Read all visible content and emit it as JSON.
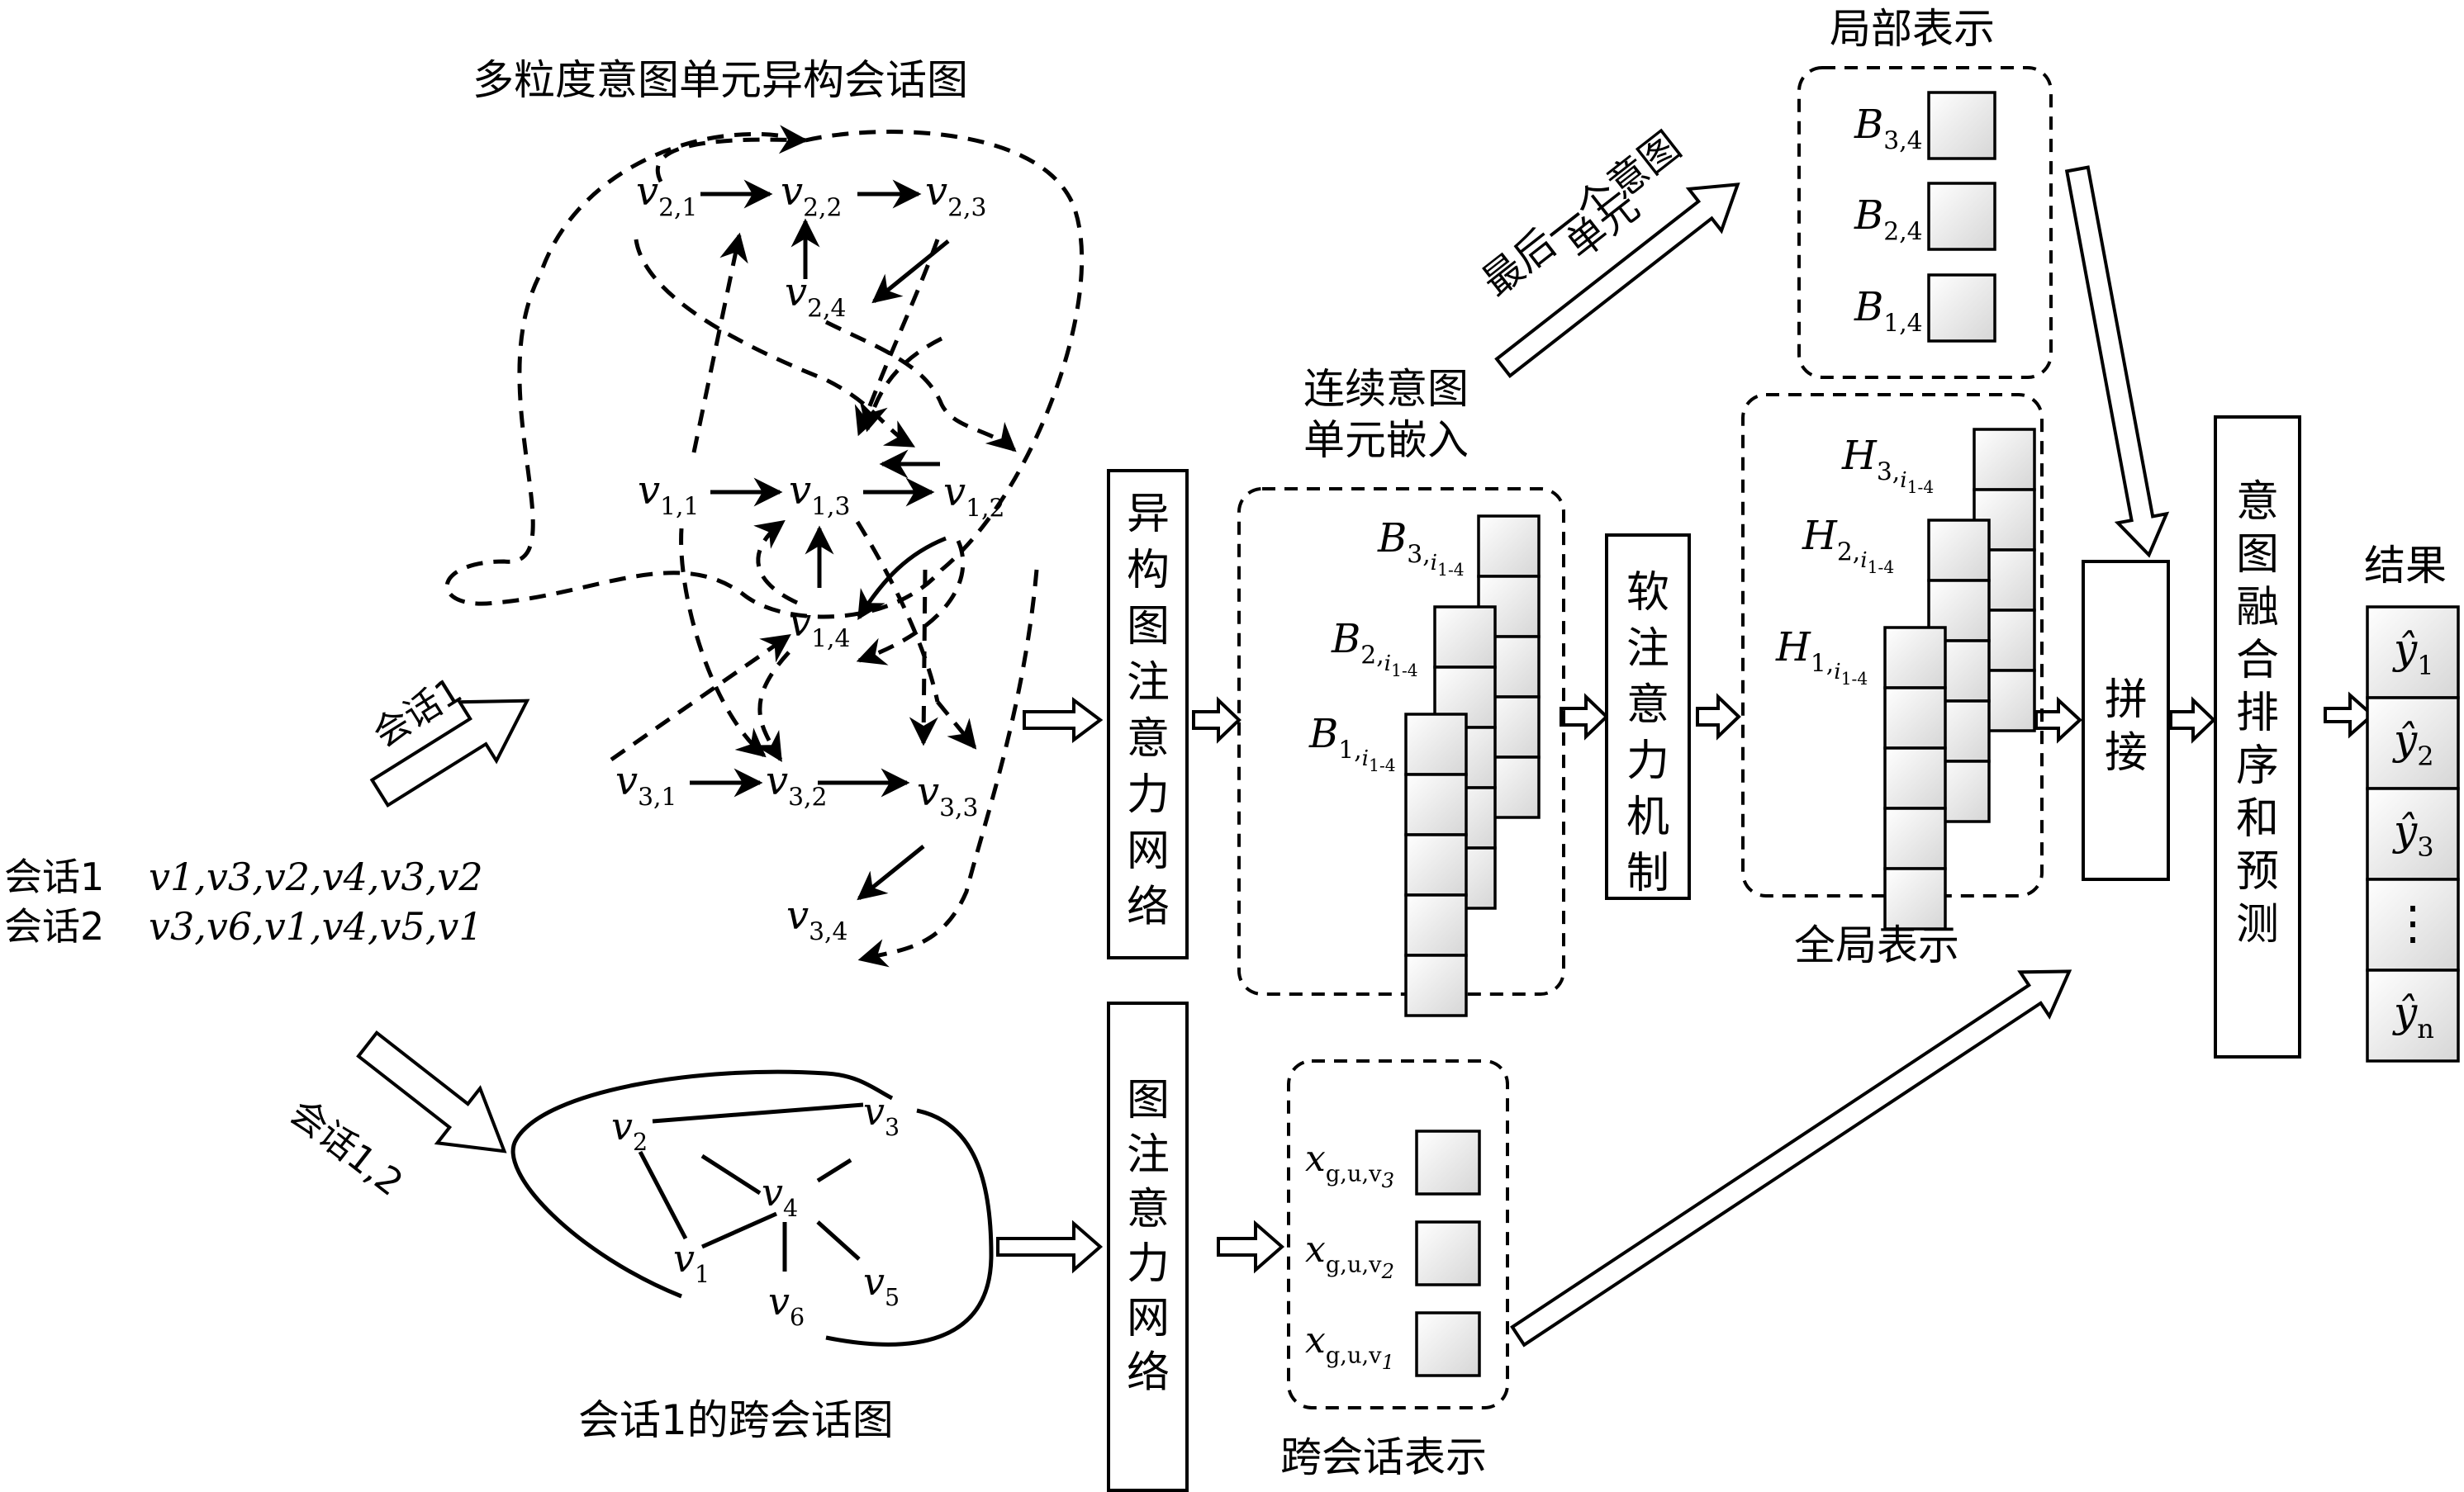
{
  "titles": {
    "hetero_graph": "多粒度意图单元异构会话图",
    "cross_graph": "会话1的跨会话图",
    "local_repr": "局部表示",
    "global_repr": "全局表示",
    "cross_repr": "跨会话表示",
    "result": "结果",
    "last_unit_line1": "最后一个意图",
    "last_unit_line2": "单元",
    "embed_line1": "连续意图",
    "embed_line2": "单元嵌入"
  },
  "sessions": {
    "s1_label": "会话1",
    "s1_seq": "v1,v3,v2,v4,v3,v2",
    "s2_label": "会话2",
    "s2_seq": "v3,v6,v1,v4,v5,v1",
    "arrow1_label": "会话1",
    "arrow2_label": "会话1,2"
  },
  "hetero_nodes": [
    {
      "id": "v21",
      "base": "v",
      "sub": "2,1"
    },
    {
      "id": "v22",
      "base": "v",
      "sub": "2,2"
    },
    {
      "id": "v23",
      "base": "v",
      "sub": "2,3"
    },
    {
      "id": "v24",
      "base": "v",
      "sub": "2,4"
    },
    {
      "id": "v11",
      "base": "v",
      "sub": "1,1"
    },
    {
      "id": "v13",
      "base": "v",
      "sub": "1,3"
    },
    {
      "id": "v12",
      "base": "v",
      "sub": "1,2"
    },
    {
      "id": "v14",
      "base": "v",
      "sub": "1,4"
    },
    {
      "id": "v31",
      "base": "v",
      "sub": "3,1"
    },
    {
      "id": "v32",
      "base": "v",
      "sub": "3,2"
    },
    {
      "id": "v33",
      "base": "v",
      "sub": "3,3"
    },
    {
      "id": "v34",
      "base": "v",
      "sub": "3,4"
    }
  ],
  "cross_nodes": [
    {
      "id": "c2",
      "base": "v",
      "sub": "2"
    },
    {
      "id": "c3",
      "base": "v",
      "sub": "3"
    },
    {
      "id": "c4",
      "base": "v",
      "sub": "4"
    },
    {
      "id": "c1",
      "base": "v",
      "sub": "1"
    },
    {
      "id": "c6",
      "base": "v",
      "sub": "6"
    },
    {
      "id": "c5",
      "base": "v",
      "sub": "5"
    }
  ],
  "modules": {
    "hgat": "异构图注意力网络",
    "soft_attention": "软注意力机制",
    "gat": "图注意力网络",
    "concat": "拼接",
    "fusion": "意图融合排序和预测"
  },
  "labels": {
    "B3i": {
      "base": "B",
      "sub": "3,",
      "subsub": "i",
      "subsub2": "1-4"
    },
    "B2i": {
      "base": "B",
      "sub": "2,",
      "subsub": "i",
      "subsub2": "1-4"
    },
    "B1i": {
      "base": "B",
      "sub": "1,",
      "subsub": "i",
      "subsub2": "1-4"
    },
    "H3i": {
      "base": "H",
      "sub": "3,",
      "subsub": "i",
      "subsub2": "1-4"
    },
    "H2i": {
      "base": "H",
      "sub": "2,",
      "subsub": "i",
      "subsub2": "1-4"
    },
    "H1i": {
      "base": "H",
      "sub": "1,",
      "subsub": "i",
      "subsub2": "1-4"
    },
    "B34": {
      "base": "B",
      "sub": "3,4"
    },
    "B24": {
      "base": "B",
      "sub": "2,4"
    },
    "B14": {
      "base": "B",
      "sub": "1,4"
    },
    "xv3": {
      "base": "x",
      "sub": "g,u,v",
      "subsub": "3"
    },
    "xv2": {
      "base": "x",
      "sub": "g,u,v",
      "subsub": "2"
    },
    "xv1": {
      "base": "x",
      "sub": "g,u,v",
      "subsub": "1"
    }
  },
  "results": [
    {
      "base": "ŷ",
      "sub": "1"
    },
    {
      "base": "ŷ",
      "sub": "2"
    },
    {
      "base": "ŷ",
      "sub": "3"
    },
    {
      "base": "⋮",
      "sub": ""
    },
    {
      "base": "ŷ",
      "sub": "n"
    }
  ],
  "icons": {
    "hollow_arrow": "hollow-block-arrow",
    "solid_arrow": "filled-arrow"
  }
}
